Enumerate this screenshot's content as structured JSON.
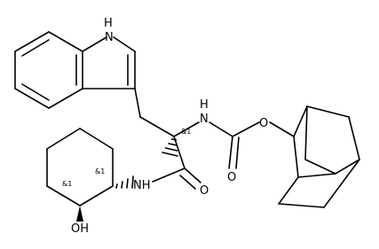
{
  "molecule": {
    "labels": {
      "indole_nh": "H",
      "indole_n": "N",
      "carbamate_nh": "H",
      "carbamate_n": "N",
      "carbamate_ester_o": "O",
      "carbamate_carbonyl_o": "O",
      "amide_carbonyl_o": "O",
      "amide_nh": "NH",
      "hydroxyl": "OH"
    },
    "stereo_labels": {
      "alpha_carbon": "&1",
      "cyclohexyl_c1": "&1",
      "cyclohexyl_c2": "&1"
    },
    "colors": {
      "bond": "#000000",
      "label": "#000000",
      "background": "#ffffff"
    }
  }
}
